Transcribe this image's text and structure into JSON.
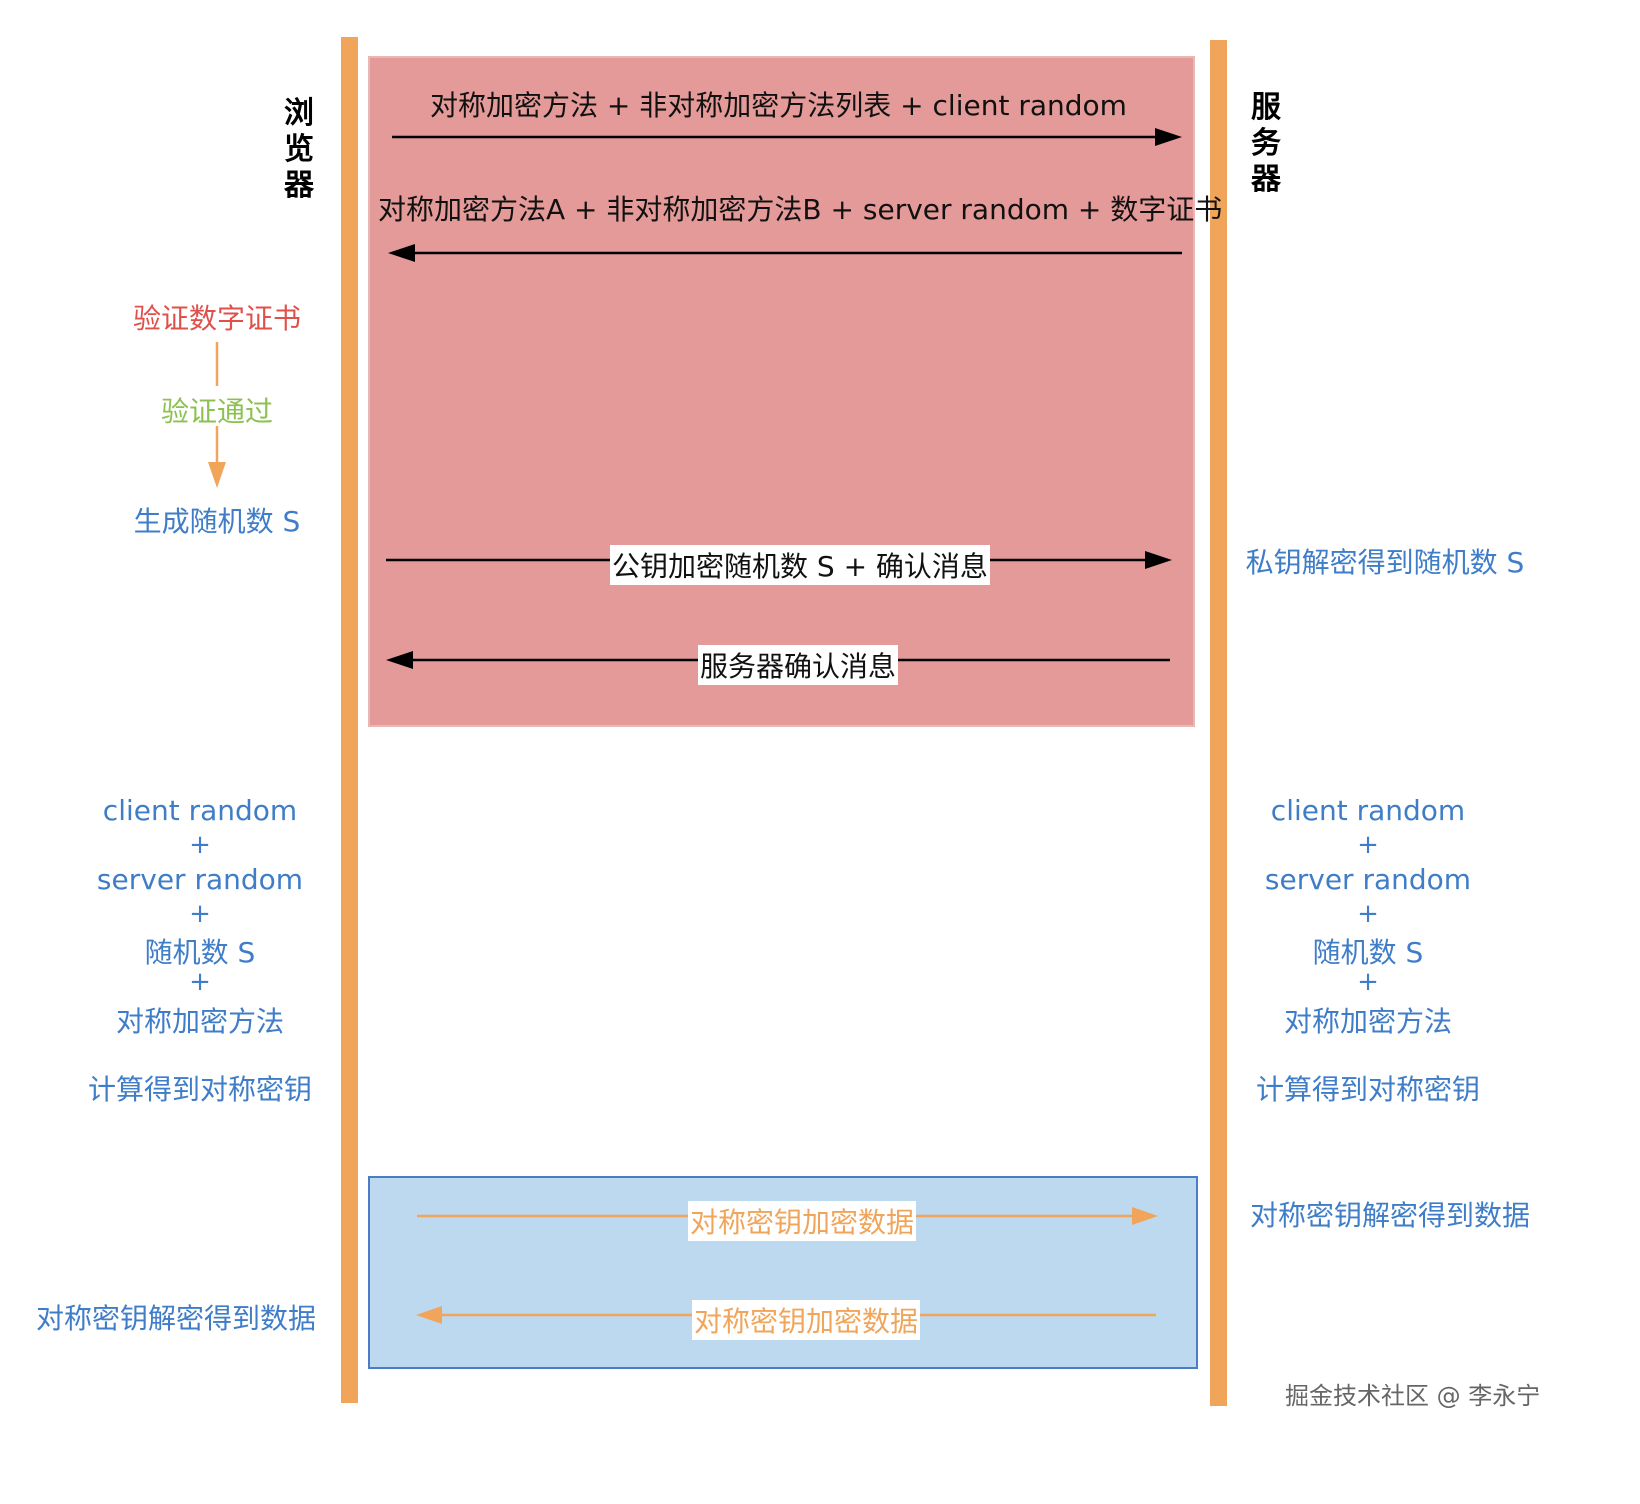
{
  "browser": {
    "chars": [
      "浏",
      "览",
      "器"
    ]
  },
  "server": {
    "chars": [
      "服",
      "务",
      "器"
    ]
  },
  "messages": {
    "client_hello": "对称加密方法 + 非对称加密方法列表 + client random",
    "server_hello": "对称加密方法A + 非对称加密方法B + server random +  数字证书",
    "pre_master": "公钥加密随机数 S + 确认消息",
    "server_confirm": "服务器确认消息",
    "encrypted_out": "对称密钥加密数据",
    "encrypted_in": "对称密钥加密数据"
  },
  "browser_steps": {
    "verify_cert": "验证数字证书",
    "verify_pass": "验证通过",
    "gen_random": "生成随机数 S",
    "key_terms": [
      "client random",
      "server random",
      "随机数 S",
      "对称加密方法"
    ],
    "plus": "+",
    "compute_key": "计算得到对称密钥",
    "decrypt": "对称密钥解密得到数据"
  },
  "server_steps": {
    "decrypt_random": "私钥解密得到随机数 S",
    "key_terms": [
      "client random",
      "server random",
      "随机数 S",
      "对称加密方法"
    ],
    "plus": "+",
    "compute_key": "计算得到对称密钥",
    "decrypt": "对称密钥解密得到数据"
  },
  "colors": {
    "lifeline": "#f0a55a",
    "handshake_box": "#e39a98",
    "data_box": "#bcd9f0",
    "data_box_border": "#4a7cc8",
    "blue_text": "#3f7dc8",
    "red_text": "#e0504a",
    "green_text": "#8cc152",
    "orange_text": "#f0a55a"
  },
  "watermark": "掘金技术社区 @ 李永宁"
}
